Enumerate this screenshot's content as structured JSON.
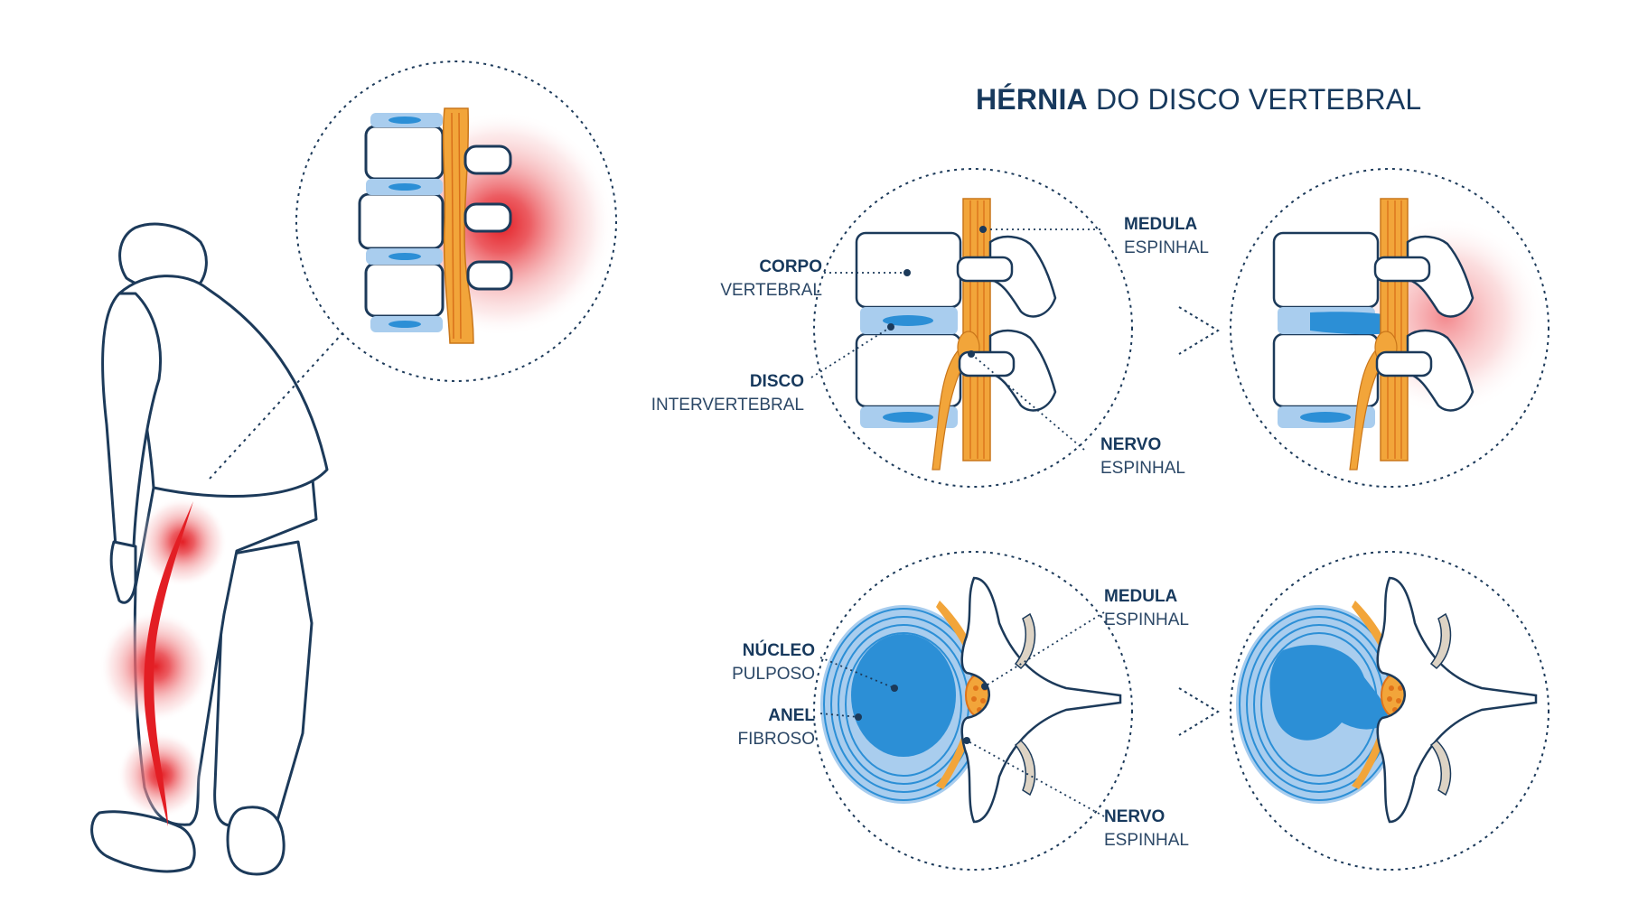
{
  "title": {
    "bold": "HÉRNIA",
    "rest": "DO DISCO VERTEBRAL"
  },
  "labels": {
    "corpo_vertebral": {
      "bold": "CORPO",
      "normal": "VERTEBRAL"
    },
    "disco_intervertebral": {
      "bold": "DISCO",
      "normal": "INTERVERTEBRAL"
    },
    "medula_espinhal_top": {
      "bold": "MEDULA",
      "normal": "ESPINHAL"
    },
    "nervo_espinhal_top": {
      "bold": "NERVO",
      "normal": "ESPINHAL"
    },
    "nucleo_pulposo": {
      "bold": "NÚCLEO",
      "normal": "PULPOSO"
    },
    "anel_fibroso": {
      "bold": "ANEL",
      "normal": "FIBROSO"
    },
    "medula_espinhal_bottom": {
      "bold": "MEDULA",
      "normal": "ESPINHAL"
    },
    "nervo_espinhal_bottom": {
      "bold": "NERVO",
      "normal": "ESPINHAL"
    }
  },
  "colors": {
    "outline": "#1c3a5a",
    "disc_blue": "#a9cdee",
    "disc_core": "#2c8fd6",
    "spinal_cord": "#f2a53a",
    "pain_red": "#e31e24",
    "pain_glow": "#f7b2b4",
    "facet_beige": "#ddd3c4"
  }
}
